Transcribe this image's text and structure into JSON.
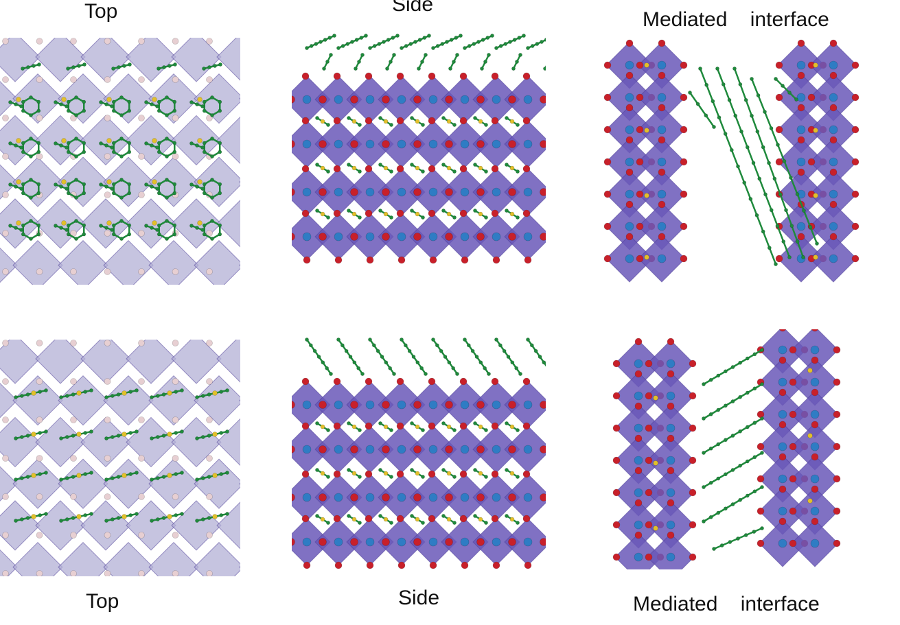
{
  "labels": {
    "top_row": [
      "Top",
      "Side",
      "Mediated    interface"
    ],
    "bottom_row": [
      "Top",
      "Side",
      "Mediated    interface"
    ]
  },
  "colors": {
    "octahedron_purple": "#6a58b8",
    "octahedron_light": "#b3b0d6",
    "oxygen_red": "#c8202a",
    "metal_blue": "#2f7cc4",
    "carbon_green": "#1f8a3c",
    "sulfur_yellow": "#e2c02a",
    "corner_pink": "#e7cfd2"
  }
}
